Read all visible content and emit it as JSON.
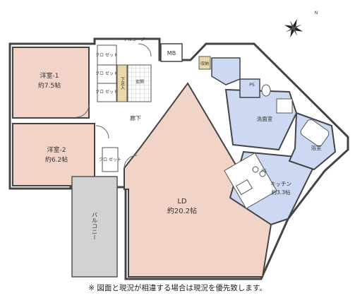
{
  "rooms": {
    "western1": {
      "name": "洋室-1",
      "size": "約7.5帖"
    },
    "western2": {
      "name": "洋室-2",
      "size": "約6.2帖"
    },
    "ld": {
      "name": "LD",
      "size": "約20.2帖"
    },
    "kitchen": {
      "name": "キッチン",
      "size": "約3.3帖"
    },
    "washroom": {
      "name": "洗面室"
    },
    "bathroom": {
      "name": "浴室"
    },
    "hallway": {
      "name": "廊下"
    },
    "entrance": {
      "name": "玄関"
    },
    "shoe_storage": {
      "name": "下足入"
    },
    "alcove": {
      "name": "アルコーブ"
    },
    "mb": {
      "name": "MB"
    },
    "balcony": {
      "name": "バルコニー"
    },
    "closet": {
      "name": "クロ\nゼット"
    },
    "storage": {
      "name": "収納"
    },
    "ps": {
      "name": "PS"
    }
  },
  "compass": {
    "label": "N"
  },
  "note": "※ 図面と現況が相違する場合は現況を優先致します。",
  "colors": {
    "bedroom": "#f2d3c8",
    "ld": "#f2d3c8",
    "wet": "#cdd9f2",
    "balcony": "#d2d2d2",
    "wall": "#444444",
    "entrance_tile": "#ffffff",
    "shoe_storage": "#ead8a8"
  }
}
